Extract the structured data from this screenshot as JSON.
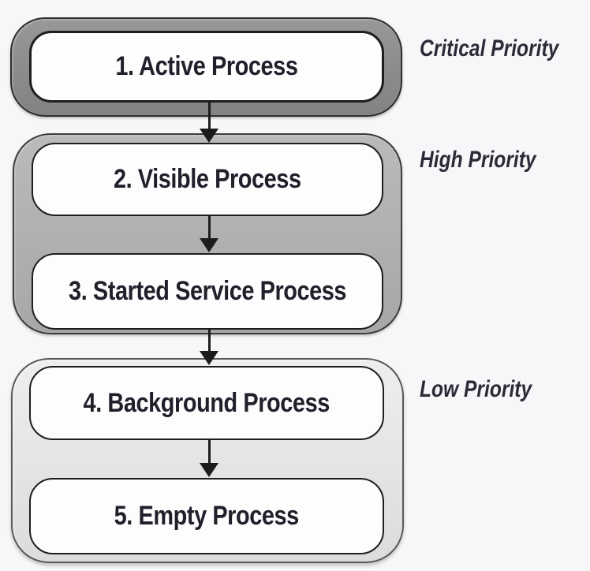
{
  "page": {
    "background_color": "#f7f6f8"
  },
  "diagram": {
    "title_implicit": "Process priority hierarchy",
    "arrow_color": "#1c1c1c",
    "box_text_color": "#221f2b",
    "label_text_color": "#2c2a36",
    "groups": [
      {
        "id": "critical",
        "priority_label": "Critical Priority",
        "fill": "#8d8d8d",
        "boxes": [
          {
            "text": "1. Active Process"
          }
        ]
      },
      {
        "id": "high",
        "priority_label": "High Priority",
        "fill": "#b1b1b3",
        "boxes": [
          {
            "text": "2. Visible Process"
          },
          {
            "text": "3. Started Service Process"
          }
        ]
      },
      {
        "id": "low",
        "priority_label": "Low Priority",
        "fill": "#e3e3e4",
        "boxes": [
          {
            "text": "4. Background Process"
          },
          {
            "text": "5. Empty Process"
          }
        ]
      }
    ]
  }
}
